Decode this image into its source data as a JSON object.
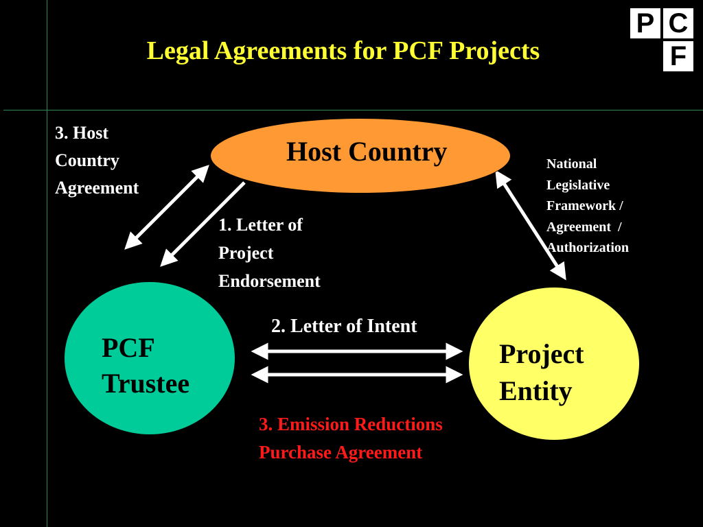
{
  "title": "Legal Agreements for PCF Projects",
  "logo": {
    "letters": [
      "P",
      "C",
      "F"
    ]
  },
  "nodes": {
    "host_country": "Host Country",
    "pcf_trustee": [
      "PCF",
      "Trustee"
    ],
    "project_entity": [
      "Project",
      "Entity"
    ]
  },
  "labels": {
    "host_country_agreement": [
      "3. Host",
      "Country",
      "Agreement"
    ],
    "letter_of_endorsement": [
      "1. Letter of",
      "Project",
      "Endorsement"
    ],
    "national_framework": [
      "National",
      "Legislative",
      "Framework /",
      "Agreement  /",
      "Authorization"
    ],
    "letter_of_intent": "2. Letter of Intent",
    "erpa": [
      "3. Emission Reductions",
      "Purchase Agreement"
    ]
  },
  "colors": {
    "background": "#000000",
    "title": "#ffff33",
    "host_country": "#ff9933",
    "pcf_trustee": "#00cc99",
    "project_entity": "#ffff66",
    "erpa_text": "#ff1a1a",
    "rule_lines": "#2e8b57"
  }
}
